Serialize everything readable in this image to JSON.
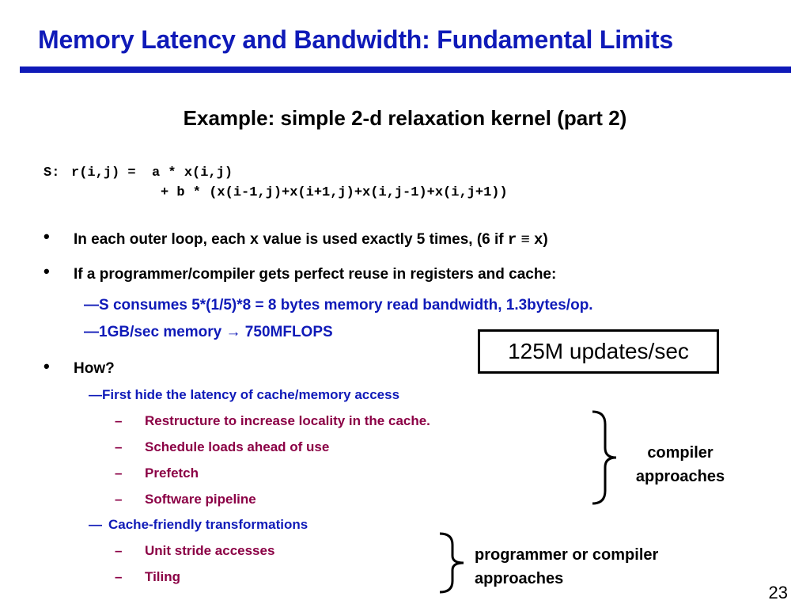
{
  "slide": {
    "title": "Memory Latency and Bandwidth: Fundamental Limits",
    "subtitle": "Example: simple 2-d relaxation kernel (part 2)",
    "code": {
      "label": "S:",
      "line1": "r(i,j) =  a * x(i,j)",
      "line2": "+ b * (x(i-1,j)+x(i+1,j)+x(i,j-1)+x(i,j+1))"
    },
    "bullets": {
      "b1_pre": "In each outer loop, each ",
      "b1_var": "x",
      "b1_mid": " value is used exactly 5 times, (6 if ",
      "b1_r": "r",
      "b1_eq": " ≡ ",
      "b1_x": "x",
      "b1_post": ")",
      "b2": "If a programmer/compiler gets perfect reuse in registers and cache:",
      "b2_sub1": "S consumes 5*(1/5)*8 = 8 bytes memory read bandwidth, 1.3bytes/op.",
      "b2_sub2_pre": "1GB/sec memory ",
      "b2_sub2_arrow": "→",
      "b2_sub2_post": " 750MFLOPS",
      "b3": "How?",
      "b3_sub1": "First hide the latency of cache/memory access",
      "b3_sub1_items": [
        "Restructure to increase locality in the cache.",
        "Schedule loads ahead of use",
        "Prefetch",
        "Software pipeline"
      ],
      "b3_sub2": "Cache-friendly transformations",
      "b3_sub2_items": [
        "Unit stride accesses",
        "Tiling"
      ]
    },
    "dash_em": "—",
    "dash_en": "–",
    "bullet_glyph": "•",
    "callout": "125M updates/sec",
    "label_compiler": [
      "compiler",
      "approaches"
    ],
    "label_programmer": [
      "programmer or compiler",
      "approaches"
    ],
    "page_number": "23"
  },
  "colors": {
    "title": "#0f1ab8",
    "sub_blue": "#0f1ab8",
    "sub_maroon": "#8b0045"
  }
}
